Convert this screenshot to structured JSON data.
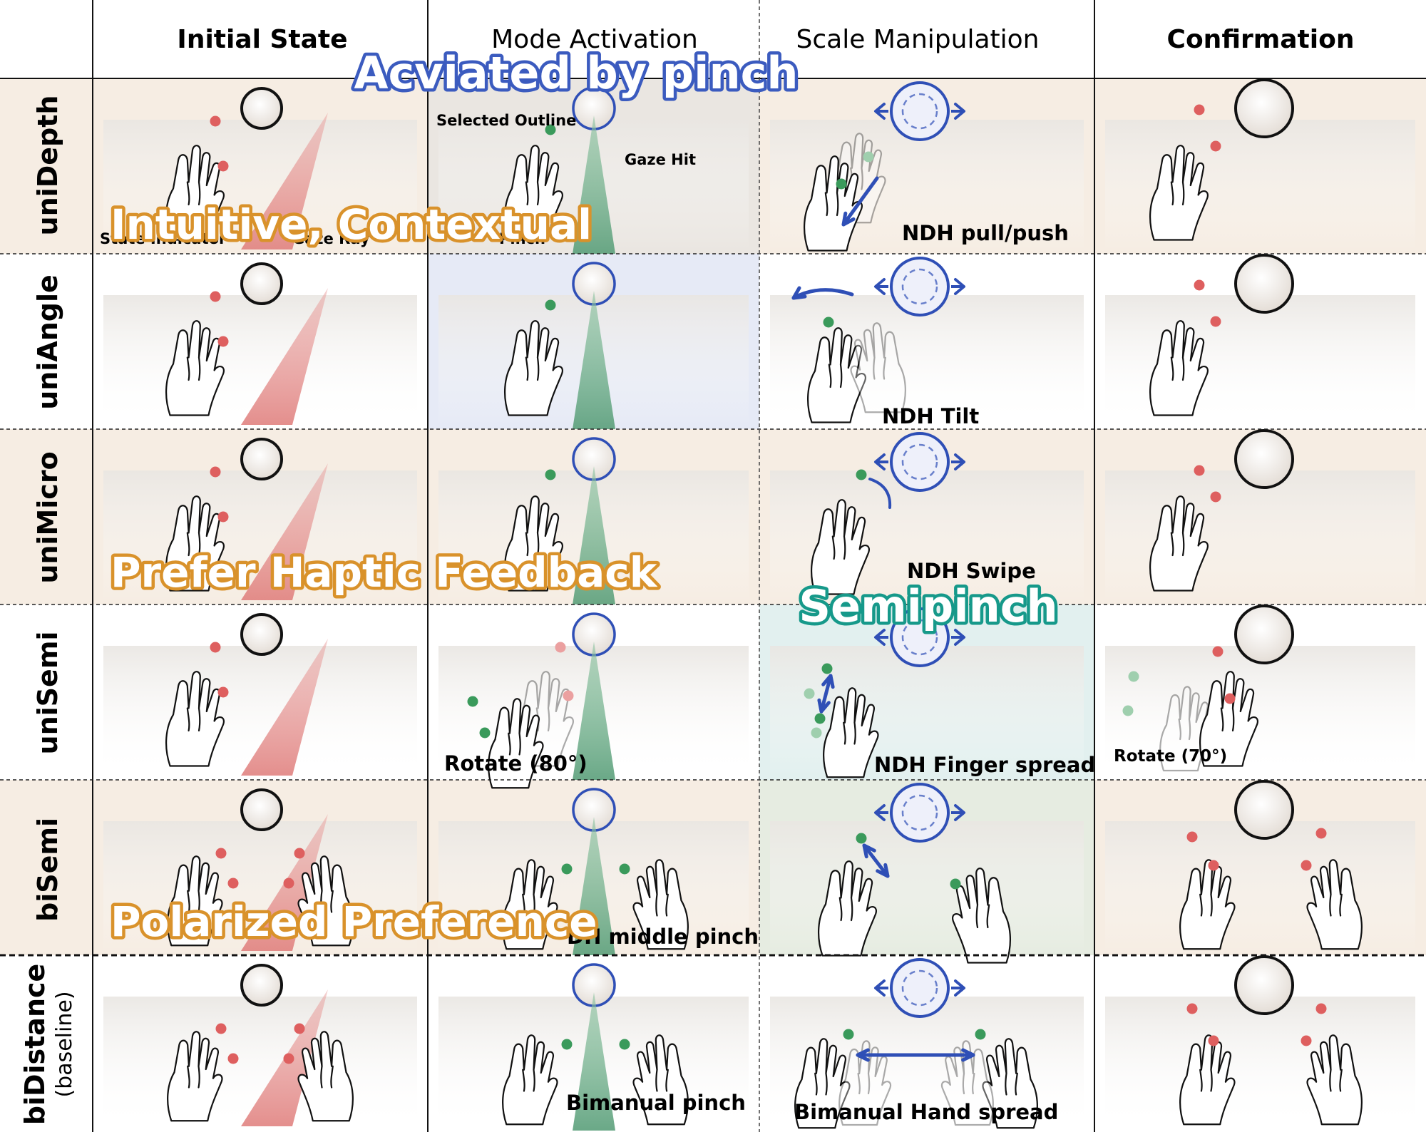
{
  "columns": [
    {
      "label": "Initial State",
      "style": "bold"
    },
    {
      "label": "Mode Activation",
      "style": "regular"
    },
    {
      "label": "Scale Manipulation",
      "style": "regular"
    },
    {
      "label": "Confirmation",
      "style": "bold"
    }
  ],
  "rows": [
    {
      "label": "uniDepth",
      "sublabel": ""
    },
    {
      "label": "uniAngle",
      "sublabel": ""
    },
    {
      "label": "uniMicro",
      "sublabel": ""
    },
    {
      "label": "uniSemi",
      "sublabel": ""
    },
    {
      "label": "biSemi",
      "sublabel": ""
    },
    {
      "label": "biDistance",
      "sublabel": "(baseline)"
    }
  ],
  "cell_labels": {
    "selected_outline": "Selected Outline",
    "gaze_hit": "Gaze Hit",
    "state_indicator": "State Indicator",
    "gaze_ray": "Gaze Ray",
    "depth_pinch": "Pinch",
    "ndh_pull_push": "NDH pull/push",
    "ndh_tilt": "NDH Tilt",
    "ndh_swipe": "NDH Swipe",
    "ndh_finger_spread": "NDH Finger spread",
    "rotate_80": "Rotate (80°)",
    "rotate_70": "Rotate (70°)",
    "dh_middle_pinch": "DH middle pinch",
    "bimanual_pinch": "Bimanual pinch",
    "bimanual_hand_spread": "Bimanual Hand spread"
  },
  "overlays": {
    "activated_by_pinch": "Acviated by pinch",
    "intuitive_contextual": "Intuitive, Contextual",
    "prefer_haptic": "Prefer Haptic Feedback",
    "semipinch": "Semipinch",
    "polarized": "Polarized Preference"
  },
  "colors": {
    "orange_overlay": "#d9922b",
    "blue_overlay": "#3b5bbf",
    "teal_overlay": "#16998a",
    "row_tint": "#f6ede3",
    "blue_tint": "#e6eaf6",
    "teal_tint": "#e2f0ef",
    "green_tint": "#e6ece1",
    "gaze_ray_red": "#e07a78",
    "gaze_ray_green": "#5aa07a",
    "scale_widget_blue": "#2f4fb6",
    "fingertip_red": "#de5f5f",
    "fingertip_green": "#3a9a5b"
  },
  "icons": [
    "target-circle-icon",
    "hand-icon",
    "gaze-ray-icon",
    "scale-widget-icon",
    "arrow-icon",
    "fingertip-dot-icon"
  ]
}
